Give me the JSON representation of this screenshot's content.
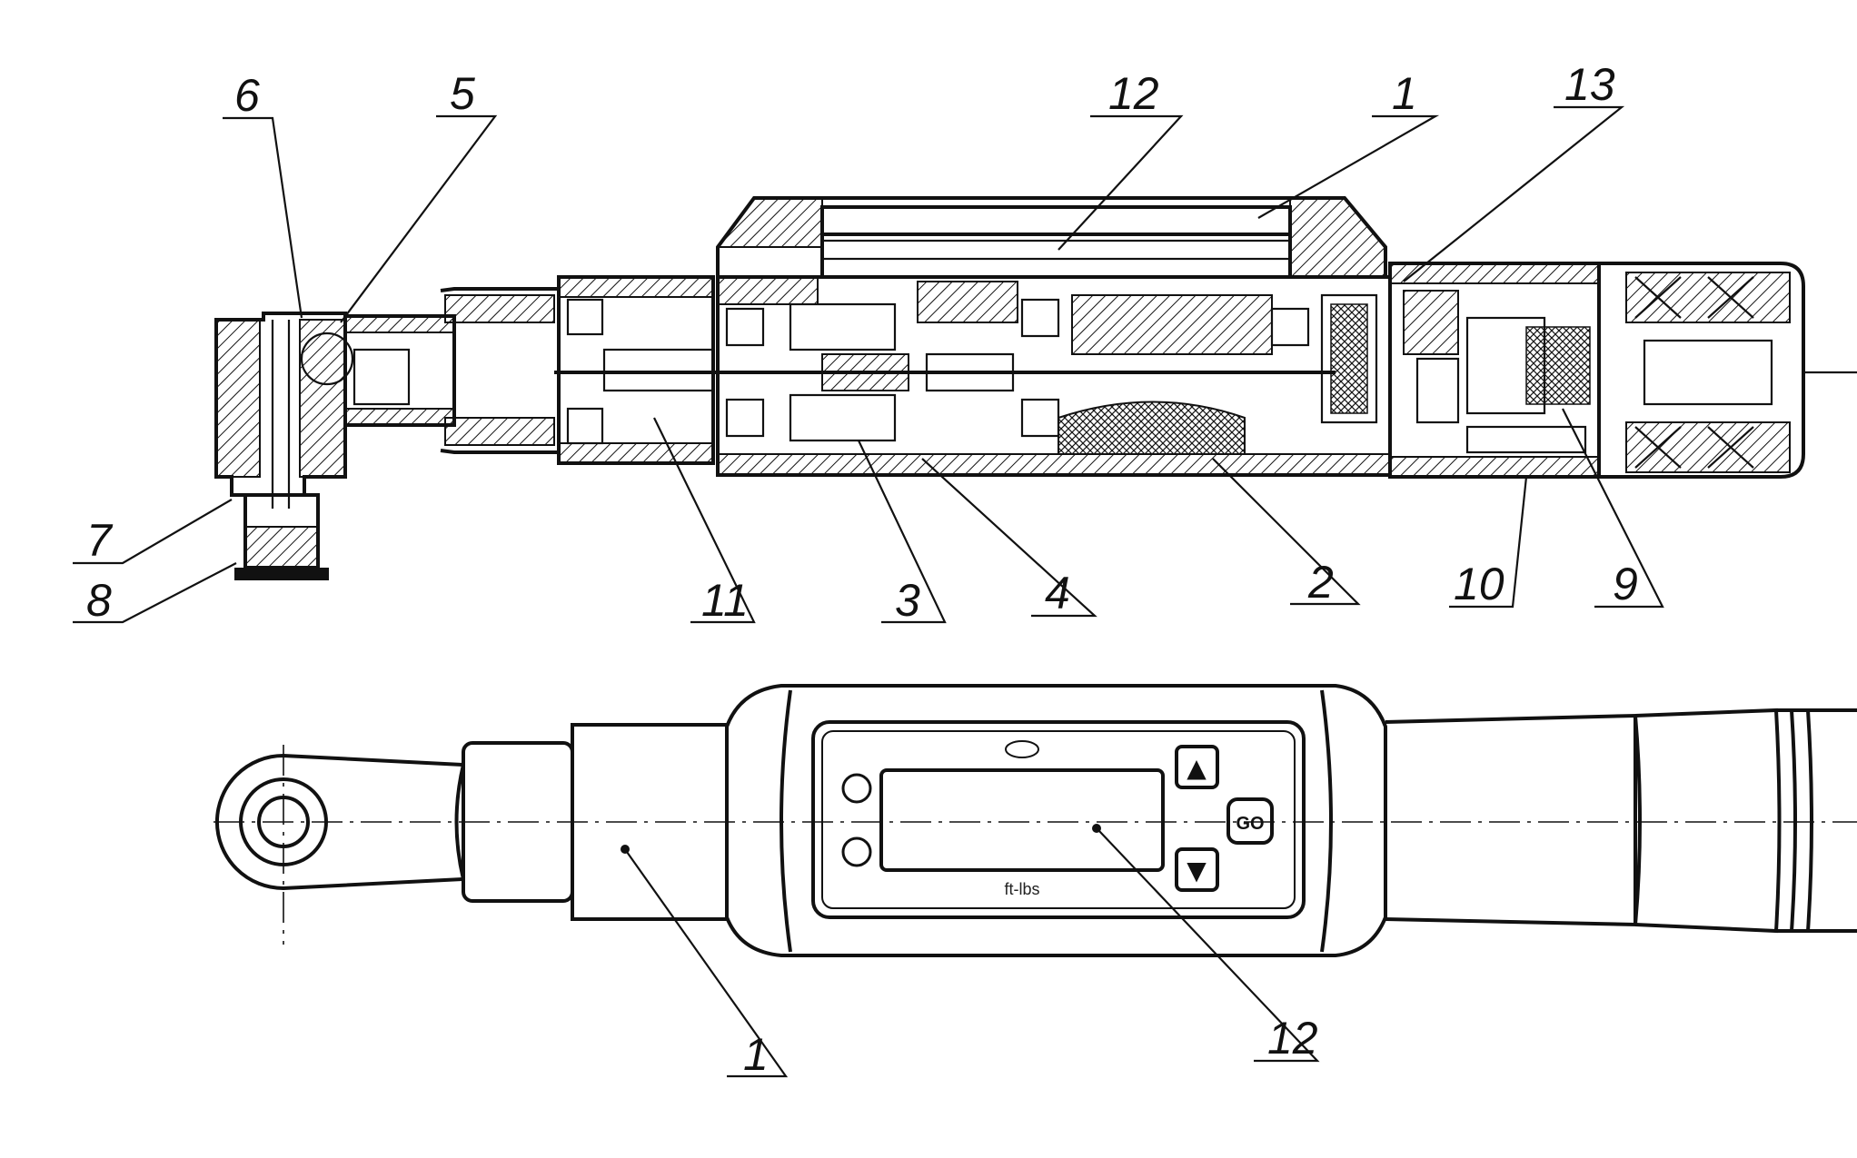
{
  "labels": {
    "l1a": "1",
    "l2": "2",
    "l3": "3",
    "l4": "4",
    "l5": "5",
    "l6": "6",
    "l7": "7",
    "l8": "8",
    "l9": "9",
    "l10": "10",
    "l11": "11",
    "l12a": "12",
    "l13": "13",
    "l1b": "1",
    "l12b": "12"
  },
  "display": {
    "unit_text": "ft-lbs",
    "go_label": "GO",
    "up_glyph": "▲",
    "down_glyph": "▼"
  }
}
